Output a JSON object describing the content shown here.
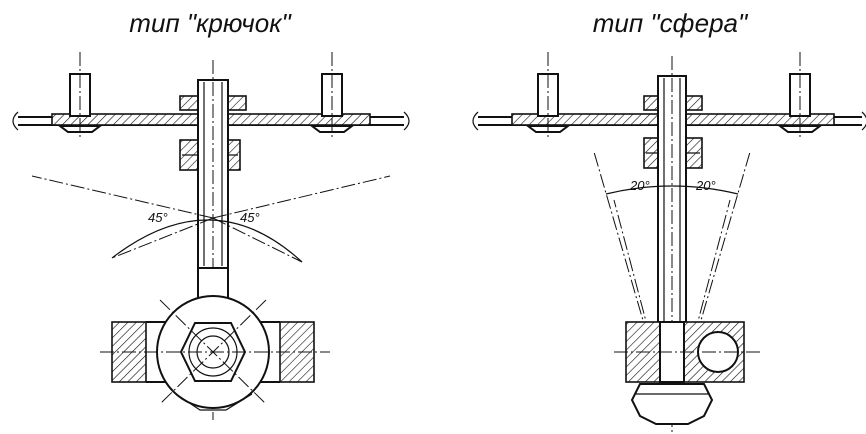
{
  "diagrams": [
    {
      "title": "тип \"крючок\"",
      "angle_left": "45°",
      "angle_right": "45°"
    },
    {
      "title": "тип \"сфера\"",
      "angle_left": "20°",
      "angle_right": "20°"
    }
  ]
}
